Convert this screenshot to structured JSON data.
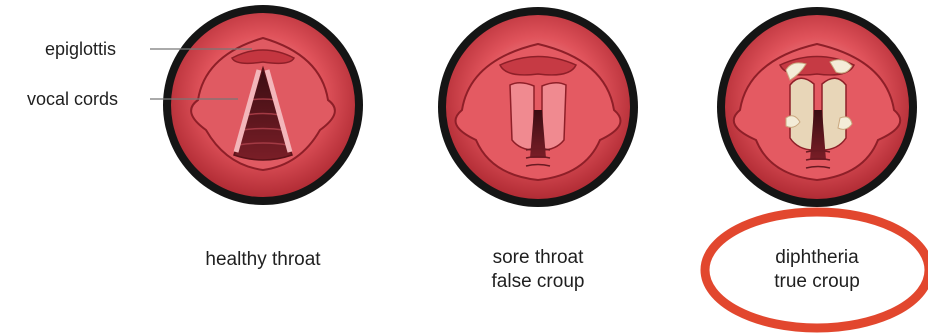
{
  "annotations": {
    "epiglottis": "epiglottis",
    "vocal_cords": "vocal cords"
  },
  "panels": [
    {
      "line1": "healthy throat",
      "line2": ""
    },
    {
      "line1": "sore throat",
      "line2": "false croup"
    },
    {
      "line1": "diphtheria",
      "line2": "true croup"
    }
  ],
  "colors": {
    "tissue": "#d9424c",
    "tissue_light": "#f08a90",
    "tissue_dark": "#8e1f28",
    "rim": "#151515",
    "membrane": "#efe6cc",
    "highlight_circle": "#e2472e"
  }
}
